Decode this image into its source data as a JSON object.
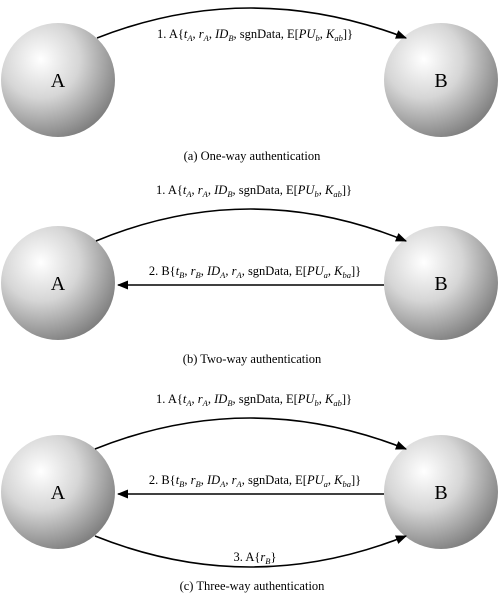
{
  "nodes": {
    "a": "A",
    "b": "B"
  },
  "panels": [
    {
      "caption": "(a) One-way authentication",
      "messages": [
        "1. A{tA, rA, IDB, sgnData, E[PUb, Kab]}"
      ]
    },
    {
      "caption": "(b) Two-way authentication",
      "messages": [
        "1. A{tA, rA, IDB, sgnData, E[PUb, Kab]}",
        "2. B{tB, rB, IDA, rA, sgnData, E[PUa, Kba]}"
      ]
    },
    {
      "caption": "(c) Three-way authentication",
      "messages": [
        "1. A{tA, rA, IDB, sgnData, E[PUb, Kab]}",
        "2. B{tB, rB, IDA, rA, sgnData, E[PUa, Kba]}",
        "3. A{rB}"
      ]
    }
  ]
}
